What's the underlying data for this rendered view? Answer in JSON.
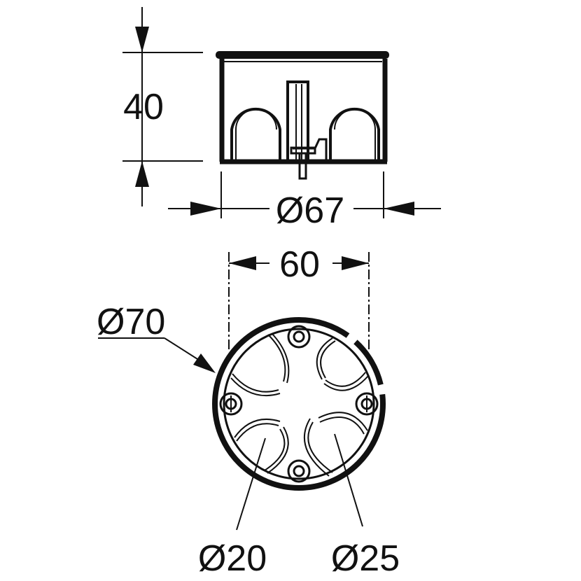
{
  "title": "Flush-mounted junction box dimensions",
  "colors": {
    "ink": "#111111",
    "background": "#ffffff"
  },
  "labels": {
    "height": "40",
    "outer_diameter_side": "Ø67",
    "screw_spacing": "60",
    "outer_diameter_top": "Ø70",
    "knockout_small": "Ø20",
    "knockout_large": "Ø25"
  }
}
